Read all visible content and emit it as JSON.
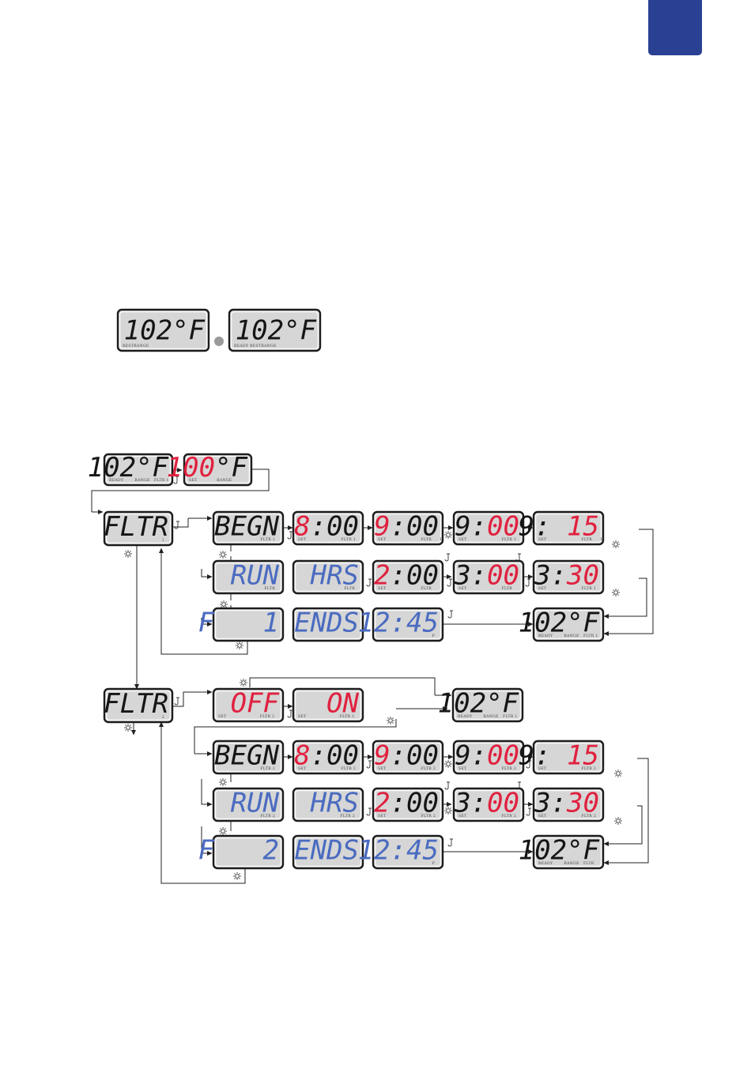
{
  "colors": {
    "tab": "#2a4193",
    "black": "#151515",
    "red": "#e0213f",
    "blue": "#4a6bc0",
    "lcd_bg": "#d6d6d6"
  },
  "icons": [
    "light-button-icon",
    "temp-button-icon",
    "round-button-icon"
  ],
  "panels": {
    "top1": {
      "t": [
        {
          "s": "102",
          "c": "k"
        },
        {
          "s": "°F",
          "c": "k"
        }
      ],
      "i": "RESTRANGE"
    },
    "top2": {
      "t": [
        {
          "s": "102",
          "c": "k"
        },
        {
          "s": "°F",
          "c": "k"
        }
      ],
      "i": "READY RESTRANGE"
    },
    "p1": {
      "t": [
        {
          "s": "102",
          "c": "k"
        },
        {
          "s": "°F",
          "c": "k"
        }
      ],
      "i": "READY        RANGE   FLTR 1"
    },
    "p2": {
      "t": [
        {
          "s": "100",
          "c": "r"
        },
        {
          "s": "°F",
          "c": "k"
        }
      ],
      "i": "SET              RANGE"
    },
    "fa": {
      "t": [
        {
          "s": "FLTR",
          "c": "k"
        }
      ],
      "i": "1"
    },
    "a1": {
      "t": [
        {
          "s": "BEGN",
          "c": "k"
        }
      ],
      "i": "FLTR 1"
    },
    "a2": {
      "t": [
        {
          "s": "8",
          "c": "r"
        },
        {
          "s": ":00",
          "c": "k"
        }
      ],
      "i": "SET                         FLTR 1    P"
    },
    "a3": {
      "t": [
        {
          "s": "9",
          "c": "r"
        },
        {
          "s": ":00",
          "c": "k"
        }
      ],
      "i": "SET                         FLTR      P"
    },
    "a4": {
      "t": [
        {
          "s": "9:",
          "c": "k"
        },
        {
          "s": "00",
          "c": "r"
        }
      ],
      "i": "SET                         FLTR 1    P"
    },
    "a5": {
      "t": [
        {
          "s": "9: ",
          "c": "k"
        },
        {
          "s": "15",
          "c": "r"
        }
      ],
      "i": "SET                         FLTR      P"
    },
    "b1": {
      "t": [
        {
          "s": "RUN",
          "c": "b"
        }
      ],
      "i": "FLTR"
    },
    "b2": {
      "t": [
        {
          "s": "HRS",
          "c": "b"
        }
      ],
      "i": "FLTR"
    },
    "b3": {
      "t": [
        {
          "s": "2",
          "c": "r"
        },
        {
          "s": ":00",
          "c": "k"
        }
      ],
      "i": "SET                         FLTR"
    },
    "b4": {
      "t": [
        {
          "s": "3:",
          "c": "k"
        },
        {
          "s": "00",
          "c": "r"
        }
      ],
      "i": "SET                         FLTR"
    },
    "b5": {
      "t": [
        {
          "s": "3:",
          "c": "k"
        },
        {
          "s": "30",
          "c": "r"
        }
      ],
      "i": "SET                         FLTR 1"
    },
    "c1": {
      "t": [
        {
          "s": "F   1",
          "c": "b"
        }
      ],
      "i": ""
    },
    "c2": {
      "t": [
        {
          "s": "ENDS",
          "c": "b"
        }
      ],
      "i": ""
    },
    "c3": {
      "t": [
        {
          "s": "12:45",
          "c": "b"
        }
      ],
      "i": "P"
    },
    "c4": {
      "t": [
        {
          "s": "102",
          "c": "k"
        },
        {
          "s": "°F",
          "c": "k"
        }
      ],
      "i": "READY        RANGE   FLTR 1"
    },
    "fb": {
      "t": [
        {
          "s": "FLTR",
          "c": "k"
        }
      ],
      "i": "2"
    },
    "d1": {
      "t": [
        {
          "s": "OFF",
          "c": "r"
        }
      ],
      "i": "SET                        FLTR 2"
    },
    "d2": {
      "t": [
        {
          "s": "ON",
          "c": "r"
        }
      ],
      "i": "SET                        FLTR 2"
    },
    "d3": {
      "t": [
        {
          "s": "102",
          "c": "k"
        },
        {
          "s": "°F",
          "c": "k"
        }
      ],
      "i": "READY        RANGE   FLTR 1"
    },
    "e1": {
      "t": [
        {
          "s": "BEGN",
          "c": "k"
        }
      ],
      "i": "FLTR 2"
    },
    "e2": {
      "t": [
        {
          "s": "8",
          "c": "r"
        },
        {
          "s": ":00",
          "c": "k"
        }
      ],
      "i": "SET                         FLTR 2    P"
    },
    "e3": {
      "t": [
        {
          "s": "9",
          "c": "r"
        },
        {
          "s": ":00",
          "c": "k"
        }
      ],
      "i": "SET                         FLTR 2    P"
    },
    "e4": {
      "t": [
        {
          "s": "9:",
          "c": "k"
        },
        {
          "s": "00",
          "c": "r"
        }
      ],
      "i": "SET                         FLTR 2    P"
    },
    "e5": {
      "t": [
        {
          "s": "9: ",
          "c": "k"
        },
        {
          "s": "15",
          "c": "r"
        }
      ],
      "i": "SET                         FLTR 2    P"
    },
    "f1": {
      "t": [
        {
          "s": "RUN",
          "c": "b"
        }
      ],
      "i": "FLTR 2"
    },
    "f2": {
      "t": [
        {
          "s": "HRS",
          "c": "b"
        }
      ],
      "i": "FLTR 2"
    },
    "f3": {
      "t": [
        {
          "s": "2",
          "c": "r"
        },
        {
          "s": ":00",
          "c": "k"
        }
      ],
      "i": "SET                         FLTR 2"
    },
    "f4": {
      "t": [
        {
          "s": "3:",
          "c": "k"
        },
        {
          "s": "00",
          "c": "r"
        }
      ],
      "i": "SET                         FLTR 2"
    },
    "f5": {
      "t": [
        {
          "s": "3:",
          "c": "k"
        },
        {
          "s": "30",
          "c": "r"
        }
      ],
      "i": "SET                         FLTR 2"
    },
    "g1": {
      "t": [
        {
          "s": "F   2",
          "c": "b"
        }
      ],
      "i": ""
    },
    "g2": {
      "t": [
        {
          "s": "ENDS",
          "c": "b"
        }
      ],
      "i": ""
    },
    "g3": {
      "t": [
        {
          "s": "12:45",
          "c": "b"
        }
      ],
      "i": "P"
    },
    "g4": {
      "t": [
        {
          "s": "102",
          "c": "k"
        },
        {
          "s": "°F",
          "c": "k"
        }
      ],
      "i": "READY        RANGE   FLTR"
    }
  }
}
